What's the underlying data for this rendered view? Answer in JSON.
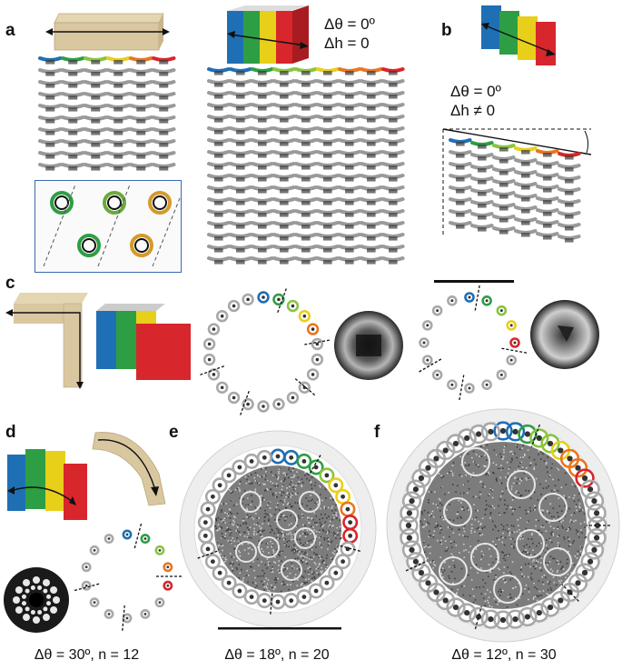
{
  "panels": {
    "a": {
      "label": "a",
      "dtheta": "Δθ = 0º",
      "dh": "Δh = 0"
    },
    "b": {
      "label": "b",
      "dtheta": "Δθ = 0º",
      "dh": "Δh ≠ 0"
    },
    "c": {
      "label": "c"
    },
    "d": {
      "label": "d",
      "caption": "Δθ = 30º, n = 12"
    },
    "e": {
      "label": "e",
      "caption": "Δθ = 18º, n = 20"
    },
    "f": {
      "label": "f",
      "caption": "Δθ = 12º, n = 30"
    }
  },
  "colors": {
    "blue": "#1f6fb5",
    "green": "#2e9e44",
    "yellow": "#e8cf1a",
    "red": "#d7262c",
    "orange": "#e87722",
    "wood": "#d9c7a0",
    "helix_gray": "#9a9a9a"
  }
}
